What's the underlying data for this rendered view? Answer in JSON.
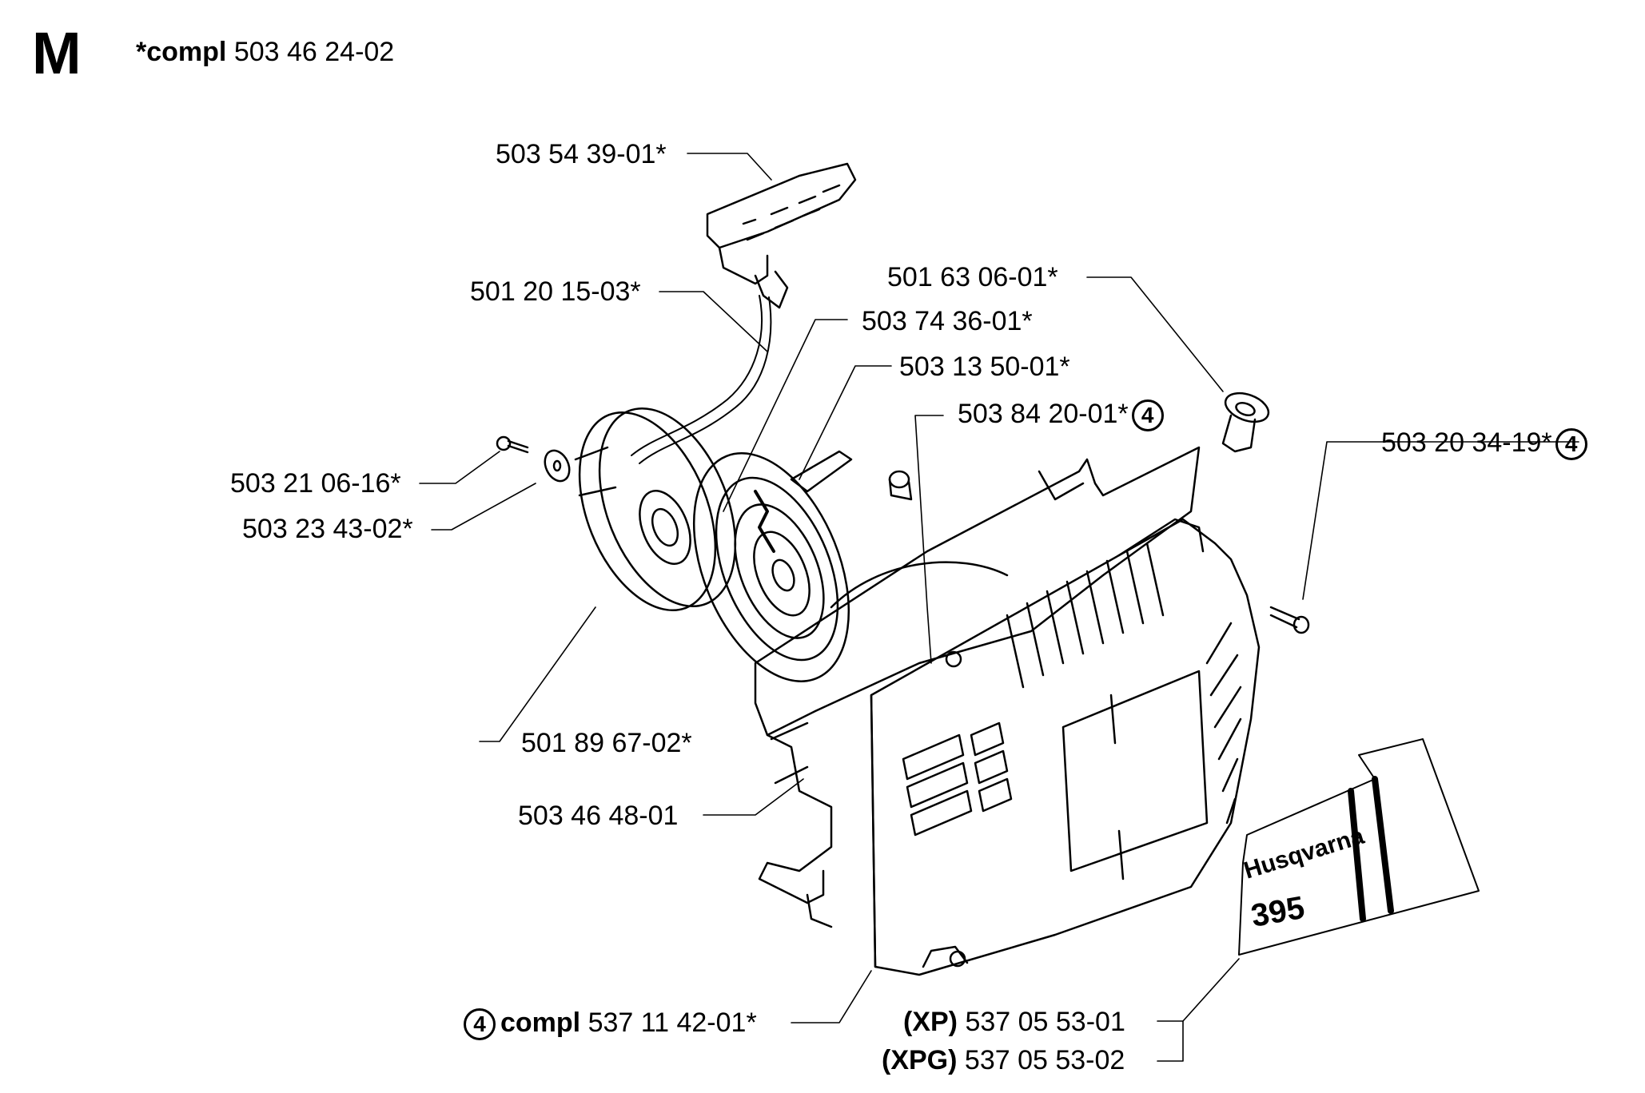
{
  "header": {
    "section": "M",
    "compl_prefix": "*compl",
    "compl_number": "503 46 24-02"
  },
  "labels": {
    "handle": "503 54 39-01*",
    "rope": "501 20 15-03*",
    "spring_cassette": "503 74 36-01*",
    "pawl": "503 13 50-01*",
    "bushing": "503 84 20-01*",
    "bushing_ref": "4",
    "rope_guide": "501 63 06-01*",
    "screw": "503 20 34-19*",
    "screw_ref": "4",
    "center_screw": "503 21 06-16*",
    "washer": "503 23 43-02*",
    "pulley": "501 89 67-02*",
    "housing": "503 46 48-01",
    "cover_ref": "4",
    "cover_prefix": "compl",
    "cover_number": "537 11 42-01*",
    "decal_xp_prefix": "(XP)",
    "decal_xp_number": "537 05 53-01",
    "decal_xpg_prefix": "(XPG)",
    "decal_xpg_number": "537 05 53-02"
  },
  "decal": {
    "brand": "Husqvarna",
    "model": "395"
  }
}
